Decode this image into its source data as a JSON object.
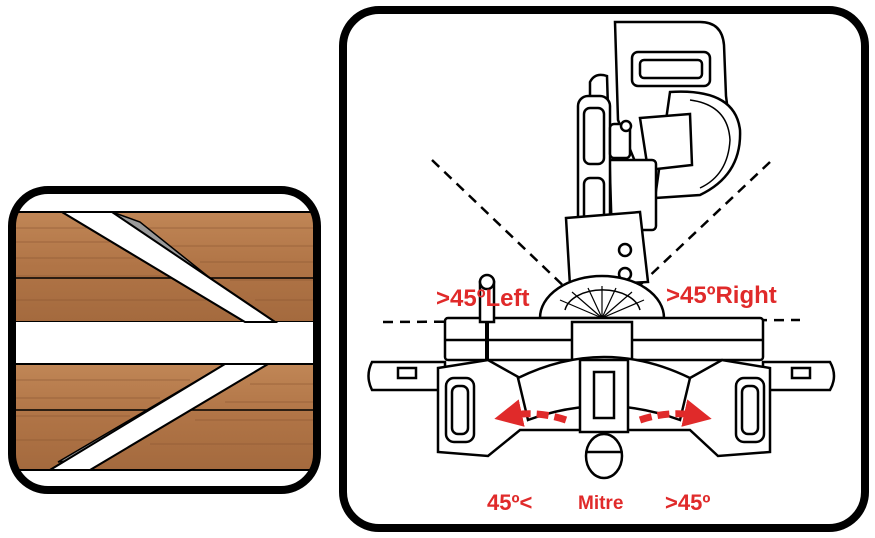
{
  "panels": {
    "left": {
      "subject": "wood-joint-detail"
    },
    "right": {
      "subject": "mitre-saw"
    }
  },
  "labels": {
    "left_bevel": ">45ºLeft",
    "right_bevel": ">45ºRight",
    "mitre_min": "45º<",
    "mitre_word": "Mitre",
    "mitre_max": ">45º"
  },
  "colors": {
    "accent": "#e02a2a",
    "wood": "#b57a4b",
    "wood_dark": "#8a5632",
    "frame": "#000000"
  }
}
